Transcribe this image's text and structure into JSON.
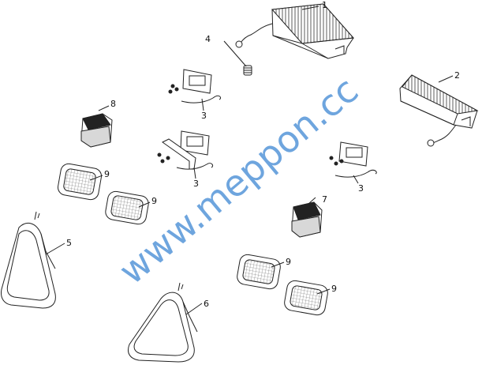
{
  "watermark": "www.meppon.cc",
  "colors": {
    "line": "#222222",
    "watermark": "#4a8fd6"
  },
  "callouts": {
    "c1": "1",
    "c2": "2",
    "c3a": "3",
    "c3b": "3",
    "c3c": "3",
    "c4": "4",
    "c5": "5",
    "c6": "6",
    "c7": "7",
    "c8": "8",
    "c9a": "9",
    "c9b": "9",
    "c9c": "9",
    "c9d": "9"
  }
}
